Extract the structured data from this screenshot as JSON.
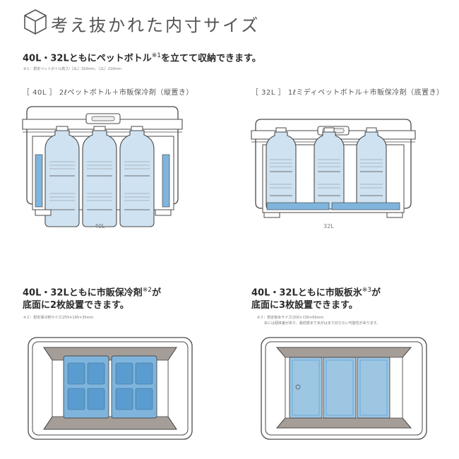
{
  "page": {
    "title": "考え抜かれた内寸サイズ",
    "icon": "cube-icon"
  },
  "section1": {
    "heading": "40L・32Lともにペットボトル",
    "heading_ref": "※1",
    "heading_suffix": "を立てて収納できます。",
    "note": "※１：想定ペットボトル高さ/［2L］310mm、［1L］210mm"
  },
  "panel40": {
    "subtitle": "［ 40L ］ 2ℓペットボトル＋市販保冷剤（縦置き）",
    "caption": "40L"
  },
  "panel32": {
    "subtitle": "［ 32L ］ 1ℓミディペットボトル＋市販保冷剤（底置き）",
    "caption": "32L"
  },
  "section2": {
    "line1": "40L・32Lともに市販保冷剤",
    "ref": "※2",
    "line1_suffix": "が",
    "line2": "底面に2枚設置できます。",
    "note": "※２：想定保冷剤サイズ/255×195×35mm"
  },
  "section3": {
    "line1": "40L・32Lともに市販板氷",
    "ref": "※3",
    "line1_suffix": "が",
    "line2": "底面に3枚設置できます。",
    "note1": "※３：想定板氷サイズ/200×130×60mm",
    "note2": "氷には個体差があり、最低部まで氷がはまり切らない可能性があります。"
  },
  "colors": {
    "outline": "#4a4a4a",
    "liquid": "#cfe2f1",
    "icepack": "#7fb4dc",
    "icepack_dark": "#5a9ccf",
    "inner_bg": "#a59e98",
    "ice": "#9cc6e2"
  }
}
